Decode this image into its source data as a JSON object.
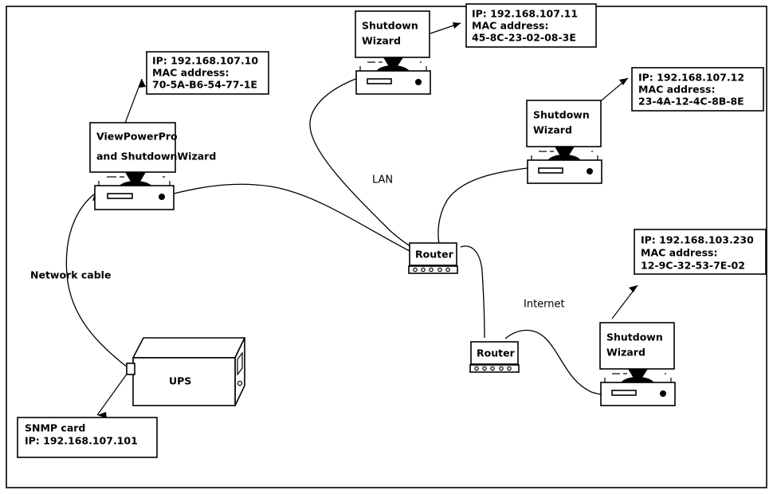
{
  "diagram": {
    "title": "Network topology diagram",
    "border": {
      "color": "#000000"
    },
    "labels": {
      "network_cable": "Network cable",
      "lan": "LAN",
      "internet": "Internet"
    },
    "ups": {
      "name": "UPS",
      "label": "UPS"
    },
    "routers": [
      {
        "id": "router-lan",
        "label": "Router"
      },
      {
        "id": "router-internet",
        "label": "Router"
      }
    ],
    "computers": [
      {
        "id": "viewpowerpro-pc",
        "screen_line1": "ViewPowerPro",
        "screen_line2": "and ShutdownWizard"
      },
      {
        "id": "shutdown-wizard-pc-1",
        "screen_line1": "Shutdown",
        "screen_line2": "Wizard"
      },
      {
        "id": "shutdown-wizard-pc-2",
        "screen_line1": "Shutdown",
        "screen_line2": "Wizard"
      },
      {
        "id": "shutdown-wizard-pc-3",
        "screen_line1": "Shutdown",
        "screen_line2": "Wizard"
      }
    ],
    "info_boxes": [
      {
        "id": "info-viewpowerpro",
        "line1": "IP: 192.168.107.10",
        "line2": "MAC address:",
        "line3": "70-5A-B6-54-77-1E"
      },
      {
        "id": "info-sw1",
        "line1": "IP: 192.168.107.11",
        "line2": "MAC address:",
        "line3": "45-8C-23-02-08-3E"
      },
      {
        "id": "info-sw2",
        "line1": "IP: 192.168.107.12",
        "line2": "MAC address:",
        "line3": "23-4A-12-4C-8B-8E"
      },
      {
        "id": "info-sw3",
        "line1": "IP: 192.168.103.230",
        "line2": "MAC address:",
        "line3": "12-9C-32-53-7E-02"
      },
      {
        "id": "info-snmp-card",
        "line1": "SNMP card",
        "line2": "IP: 192.168.107.101",
        "line3": ""
      }
    ]
  }
}
